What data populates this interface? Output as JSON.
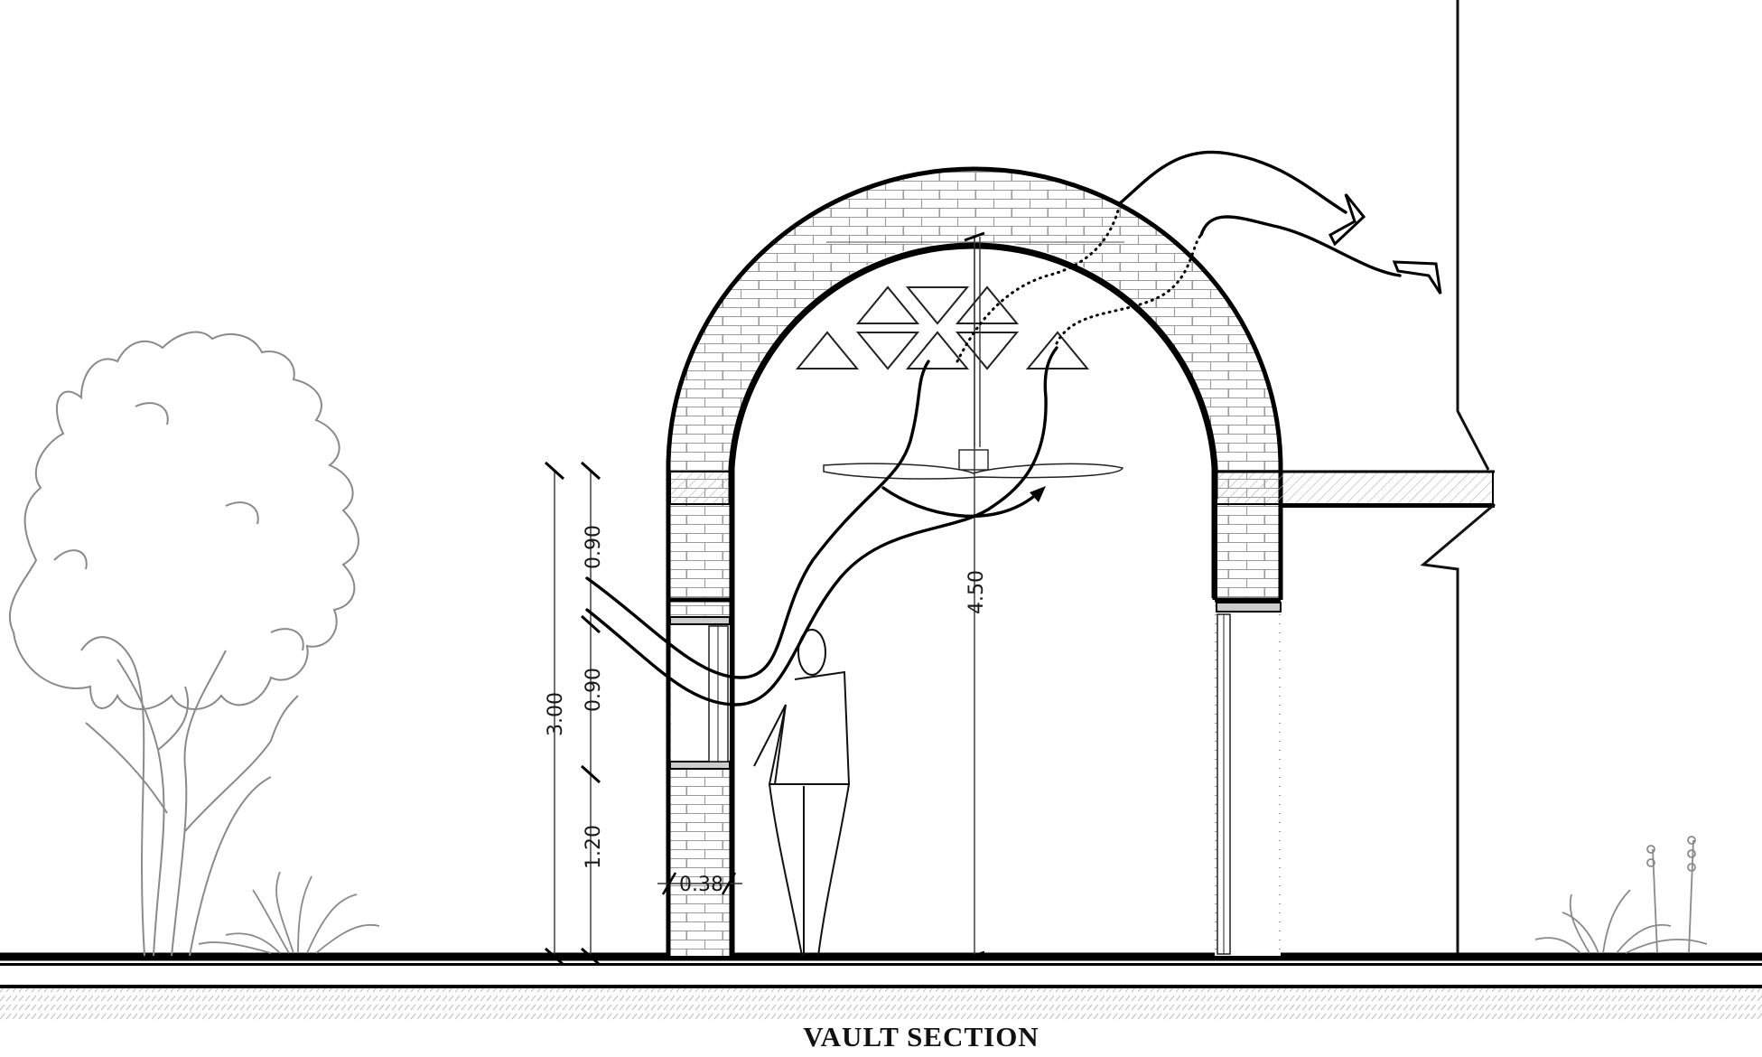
{
  "drawing": {
    "title": "VAULT SECTION",
    "dimensions": {
      "upper_vent_height": "0.90",
      "window_height": "0.90",
      "sill_height": "1.20",
      "wall_height": "3.00",
      "vault_height": "4.50",
      "wall_thickness": "0.38"
    }
  },
  "colors": {
    "line": "#000000",
    "tree": "#8a8a8a",
    "brick": "#9a9a9a",
    "hatch": "#b0b0b0",
    "background": "#ffffff"
  },
  "icons": [
    "tree-icon",
    "shrub-icon",
    "ceiling-fan-icon",
    "person-icon",
    "airflow-arrow-icon"
  ]
}
